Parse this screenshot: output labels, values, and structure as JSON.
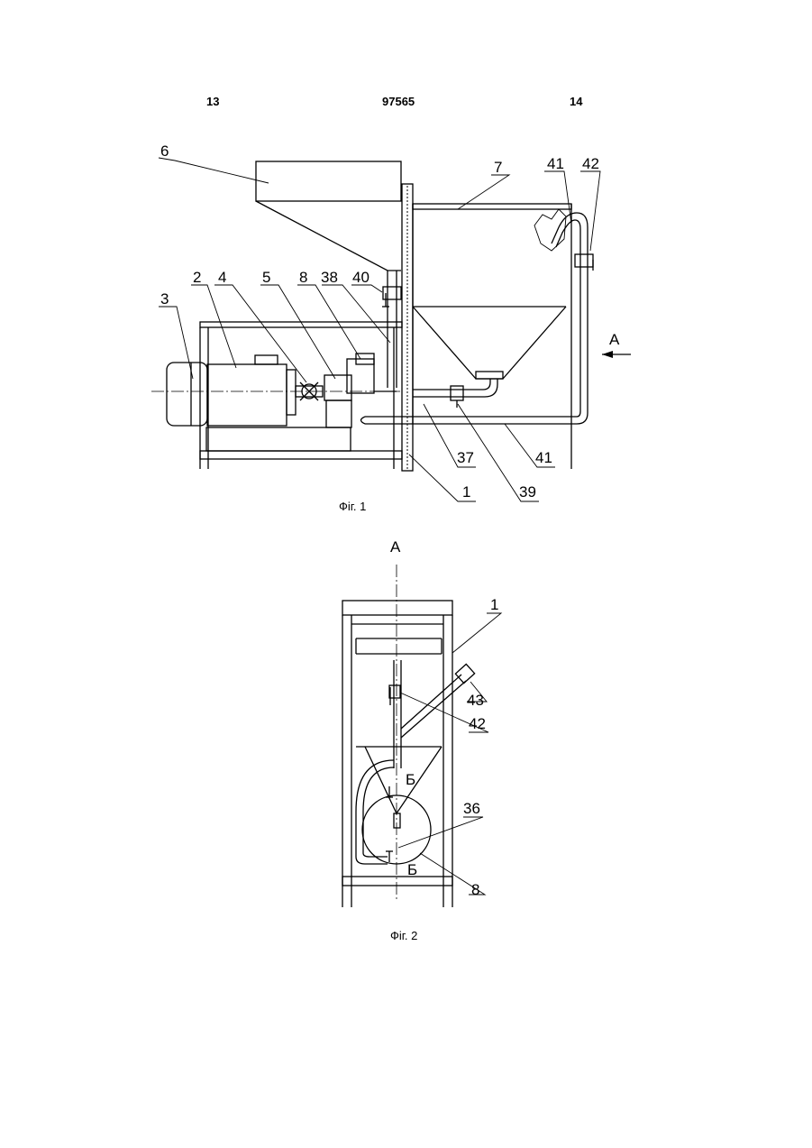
{
  "header": {
    "page_left": "13",
    "patent_no": "97565",
    "page_right": "14"
  },
  "figure1": {
    "caption": "Фіг. 1",
    "view_label": "A",
    "labels": {
      "l6": "6",
      "l7": "7",
      "l41a": "41",
      "l42": "42",
      "l2": "2",
      "l4": "4",
      "l5": "5",
      "l8": "8",
      "l38": "38",
      "l40": "40",
      "l3": "3",
      "l37": "37",
      "l1": "1",
      "l39": "39",
      "l41b": "41"
    }
  },
  "figure2": {
    "caption": "Фіг. 2",
    "view_title": "A",
    "section_top": "Б",
    "section_bottom": "Б",
    "labels": {
      "l1": "1",
      "l43": "43",
      "l42": "42",
      "l36": "36",
      "l8": "8"
    }
  }
}
